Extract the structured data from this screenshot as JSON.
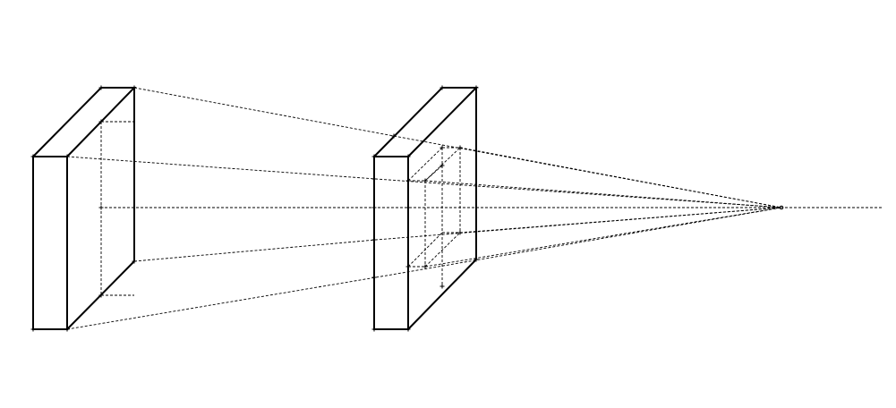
{
  "diagram": {
    "description_text": "",
    "colors": {
      "background": "#ffffff",
      "solid_line": "#000000",
      "dashed_line": "#000000",
      "marker": "#000000"
    },
    "objects": [
      {
        "name": "large-slab",
        "kind": "box-outline"
      },
      {
        "name": "small-slab",
        "kind": "box-outline"
      },
      {
        "name": "inner-projected-rectangle",
        "kind": "dashed-box"
      },
      {
        "name": "focal-point",
        "kind": "point"
      },
      {
        "name": "optical-axis",
        "kind": "dashed-line"
      },
      {
        "name": "projection-rays",
        "kind": "dashed-lines"
      }
    ]
  }
}
